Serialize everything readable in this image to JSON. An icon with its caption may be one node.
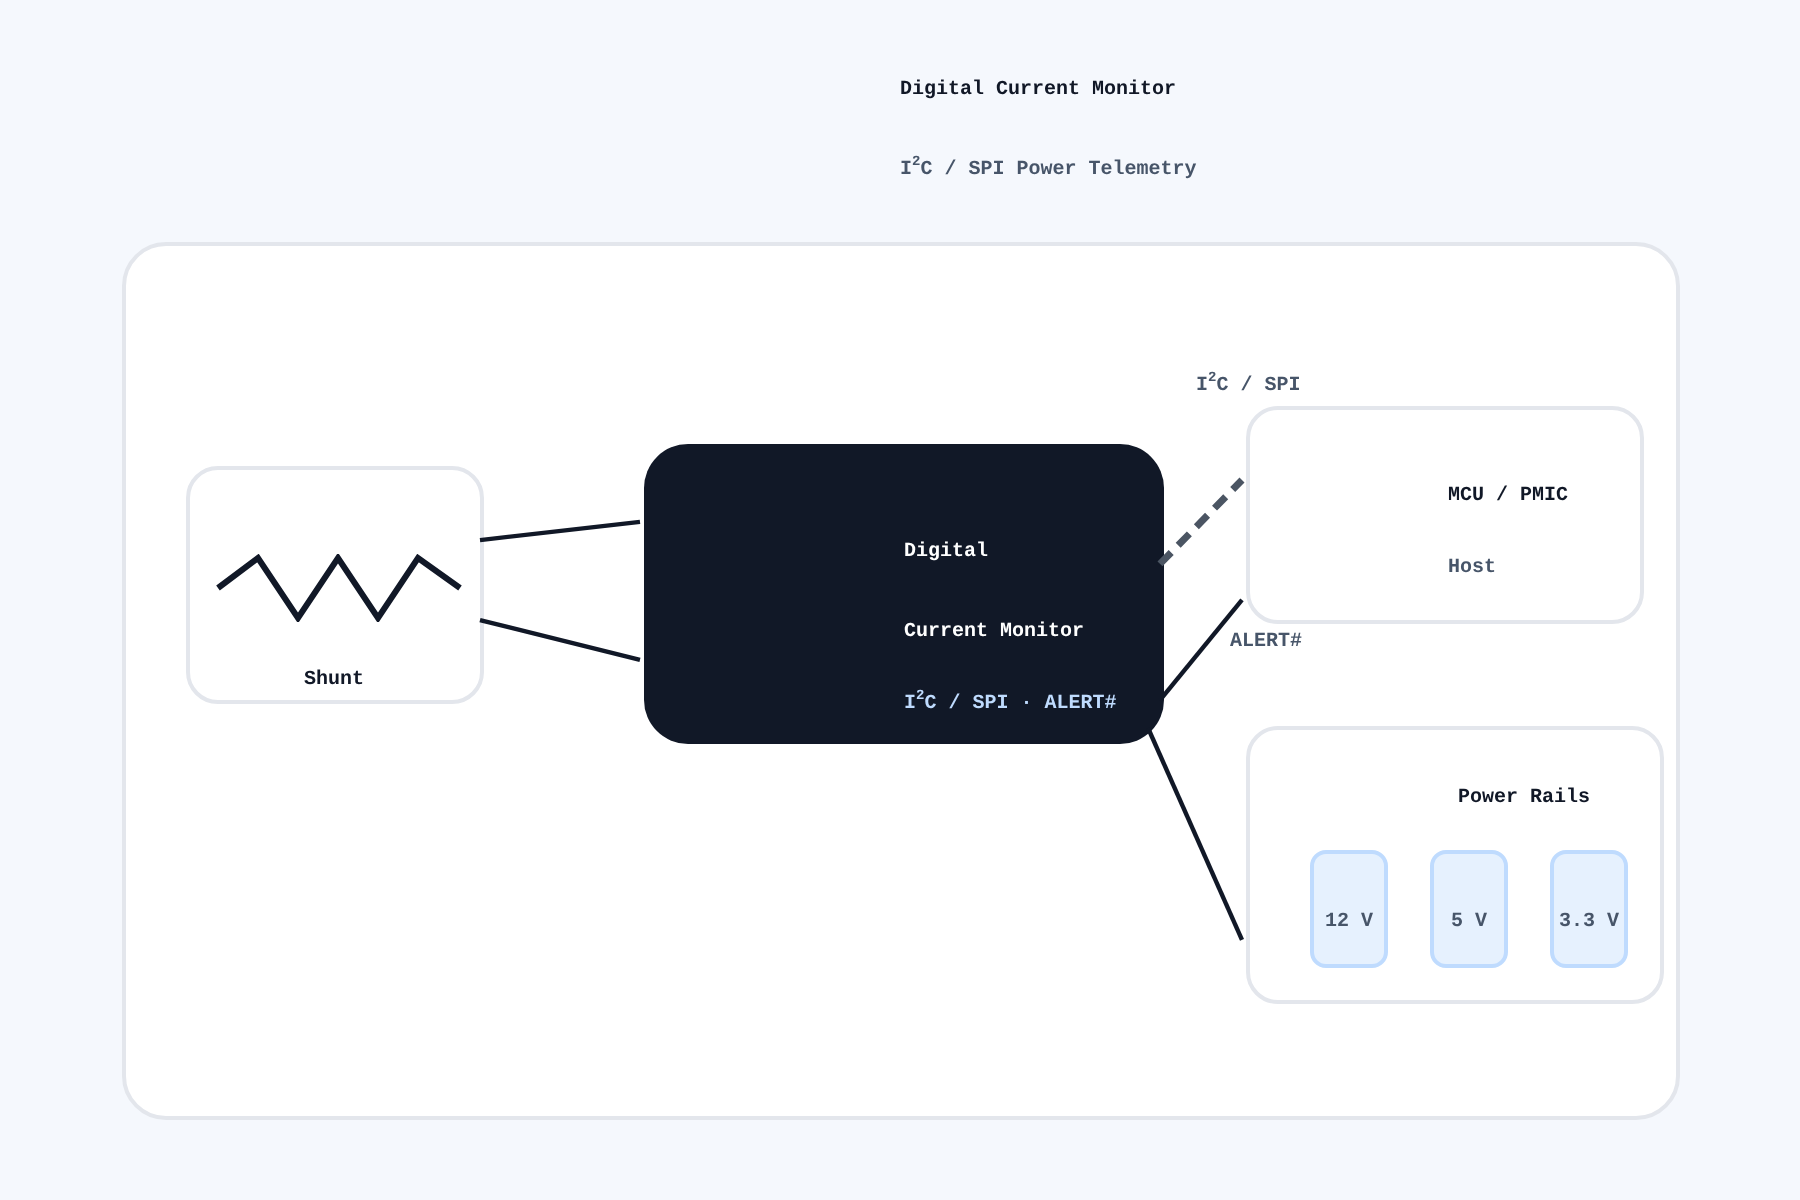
{
  "diagram": {
    "title": "Digital Current Monitor",
    "nodes": [
      {
        "text": [],
        "shape": "box"
      },
      {
        "text": [
          "Shunt"
        ],
        "in": 0
      },
      {
        "text": [
          "Digital",
          "Current Monitor",
          "I$^{2}$C / SPI · ALERT#"
        ],
        "in": 0
      },
      {
        "text": [
          "MCU / PMIC",
          "Host"
        ],
        "in": 0
      },
      {
        "text": [
          "Power Rails"
        ],
        "in": 0
      },
      {
        "text": [
          "12 V"
        ],
        "in": 4
      },
      {
        "text": [
          "5 V"
        ],
        "in": 4
      },
      {
        "text": [
          "3.3 V"
        ],
        "in": 4
      }
    ],
    "edges": [
      {
        "from": 1,
        "to": 2,
        "arrow": "none"
      },
      {
        "from": 1,
        "to": 2,
        "arrow": "none"
      },
      {
        "from": 2,
        "to": 3,
        "arrow": "none",
        "label": "I$^{2}$C / SPI",
        "style": "dashed",
        "color": "#4b5563"
      },
      {
        "from": 2,
        "to": 3,
        "arrow": "none",
        "label": "ALERT#"
      },
      {
        "from": 2,
        "to": 4,
        "arrow": "none"
      }
    ],
    "labels": [
      "I$^{2}$C / SPI Power Telemetry"
    ]
  }
}
